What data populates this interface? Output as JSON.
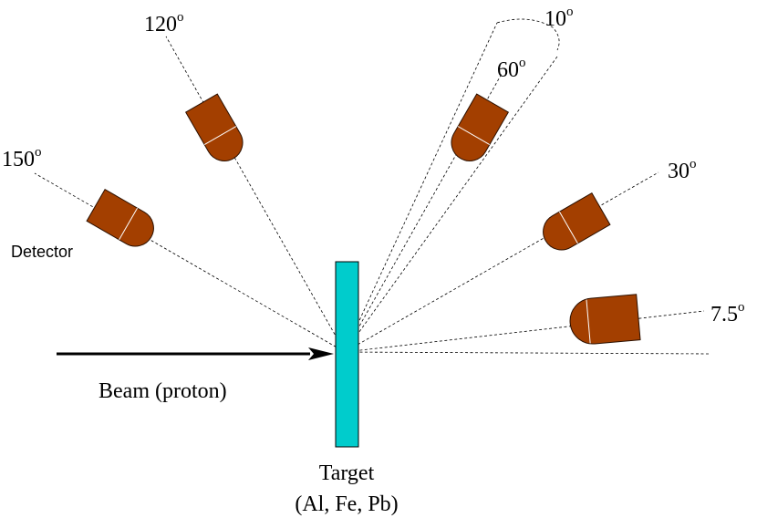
{
  "colors": {
    "detector_fill": "#A33F00",
    "target_fill": "#00CCCC",
    "line": "#000000"
  },
  "labels": {
    "beam": "Beam (proton)",
    "target_line1": "Target",
    "target_line2": "(Al, Fe, Pb)",
    "detector": "Detector"
  },
  "angles": {
    "a150": "150",
    "a120": "120",
    "a60": "60",
    "a10": "10",
    "a30": "30",
    "a7_5": "7.5",
    "degree_mark": "o"
  }
}
